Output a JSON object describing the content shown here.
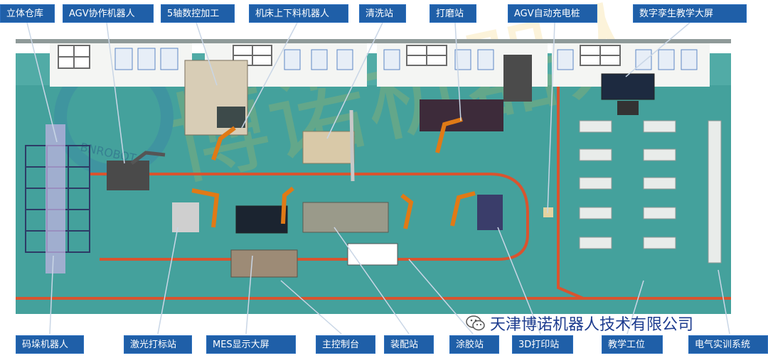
{
  "labels": {
    "warehouse": "立体仓库",
    "agv_robot": "AGV协作机器人",
    "cnc5": "5轴数控加工",
    "loader": "机床上下料机器人",
    "wash": "清洗站",
    "grind": "打磨站",
    "charger": "AGV自动充电桩",
    "twin_screen": "数字孪生教学大屏",
    "palletizer": "码垛机器人",
    "laser": "激光打标站",
    "mes_screen": "MES显示大屏",
    "console": "主控制台",
    "assembly": "装配站",
    "glue": "涂胶站",
    "print3d": "3D打印站",
    "workstation": "教学工位",
    "electrical": "电气实训系统"
  },
  "watermark": {
    "text": "天津博诺机器人技术有限公司",
    "icon": "wechat-icon"
  },
  "floor_logo": "BNROBOT",
  "colors": {
    "floor": "#3f9a96",
    "wall": "#f3f4f2",
    "label_bg": "#1f5fa8",
    "track": "#d8542f",
    "leader": "#b9c9dd"
  }
}
